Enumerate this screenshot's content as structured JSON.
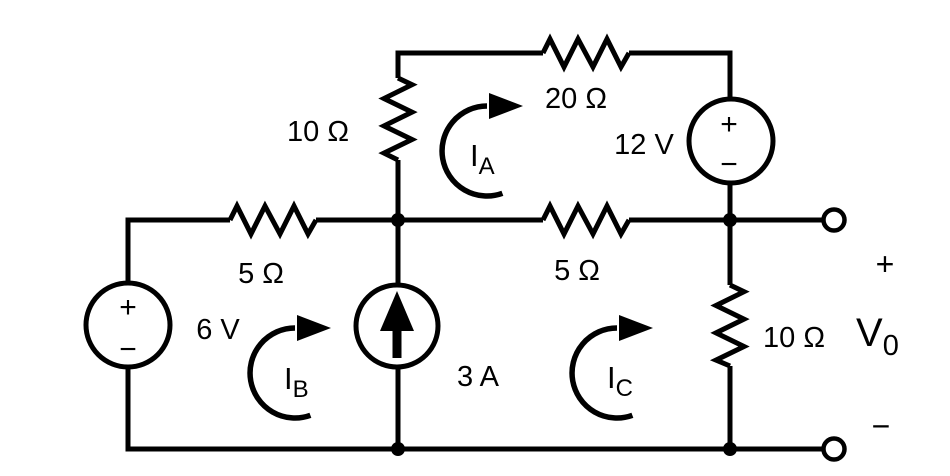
{
  "figure": {
    "type": "circuit-diagram",
    "background": "#ffffff",
    "ink": "#000000"
  },
  "resistors": [
    {
      "id": "r10-top-left",
      "label": "10 Ω"
    },
    {
      "id": "r20-top",
      "label": "20 Ω"
    },
    {
      "id": "r5-left",
      "label": "5 Ω"
    },
    {
      "id": "r5-middle",
      "label": "5 Ω"
    },
    {
      "id": "r10-right",
      "label": "10 Ω"
    }
  ],
  "sources": [
    {
      "id": "v6",
      "type": "voltage-source",
      "label": "6 V",
      "plus": "+",
      "minus": "−"
    },
    {
      "id": "v12",
      "type": "voltage-source",
      "label": "12 V",
      "plus": "+",
      "minus": "−"
    },
    {
      "id": "i3",
      "type": "current-source",
      "label": "3 A"
    }
  ],
  "mesh_currents": [
    {
      "id": "IA",
      "main": "I",
      "sub": "A"
    },
    {
      "id": "IB",
      "main": "I",
      "sub": "B"
    },
    {
      "id": "IC",
      "main": "I",
      "sub": "C"
    }
  ],
  "output": {
    "plus": "+",
    "minus": "−",
    "main": "V",
    "sub": "0"
  }
}
